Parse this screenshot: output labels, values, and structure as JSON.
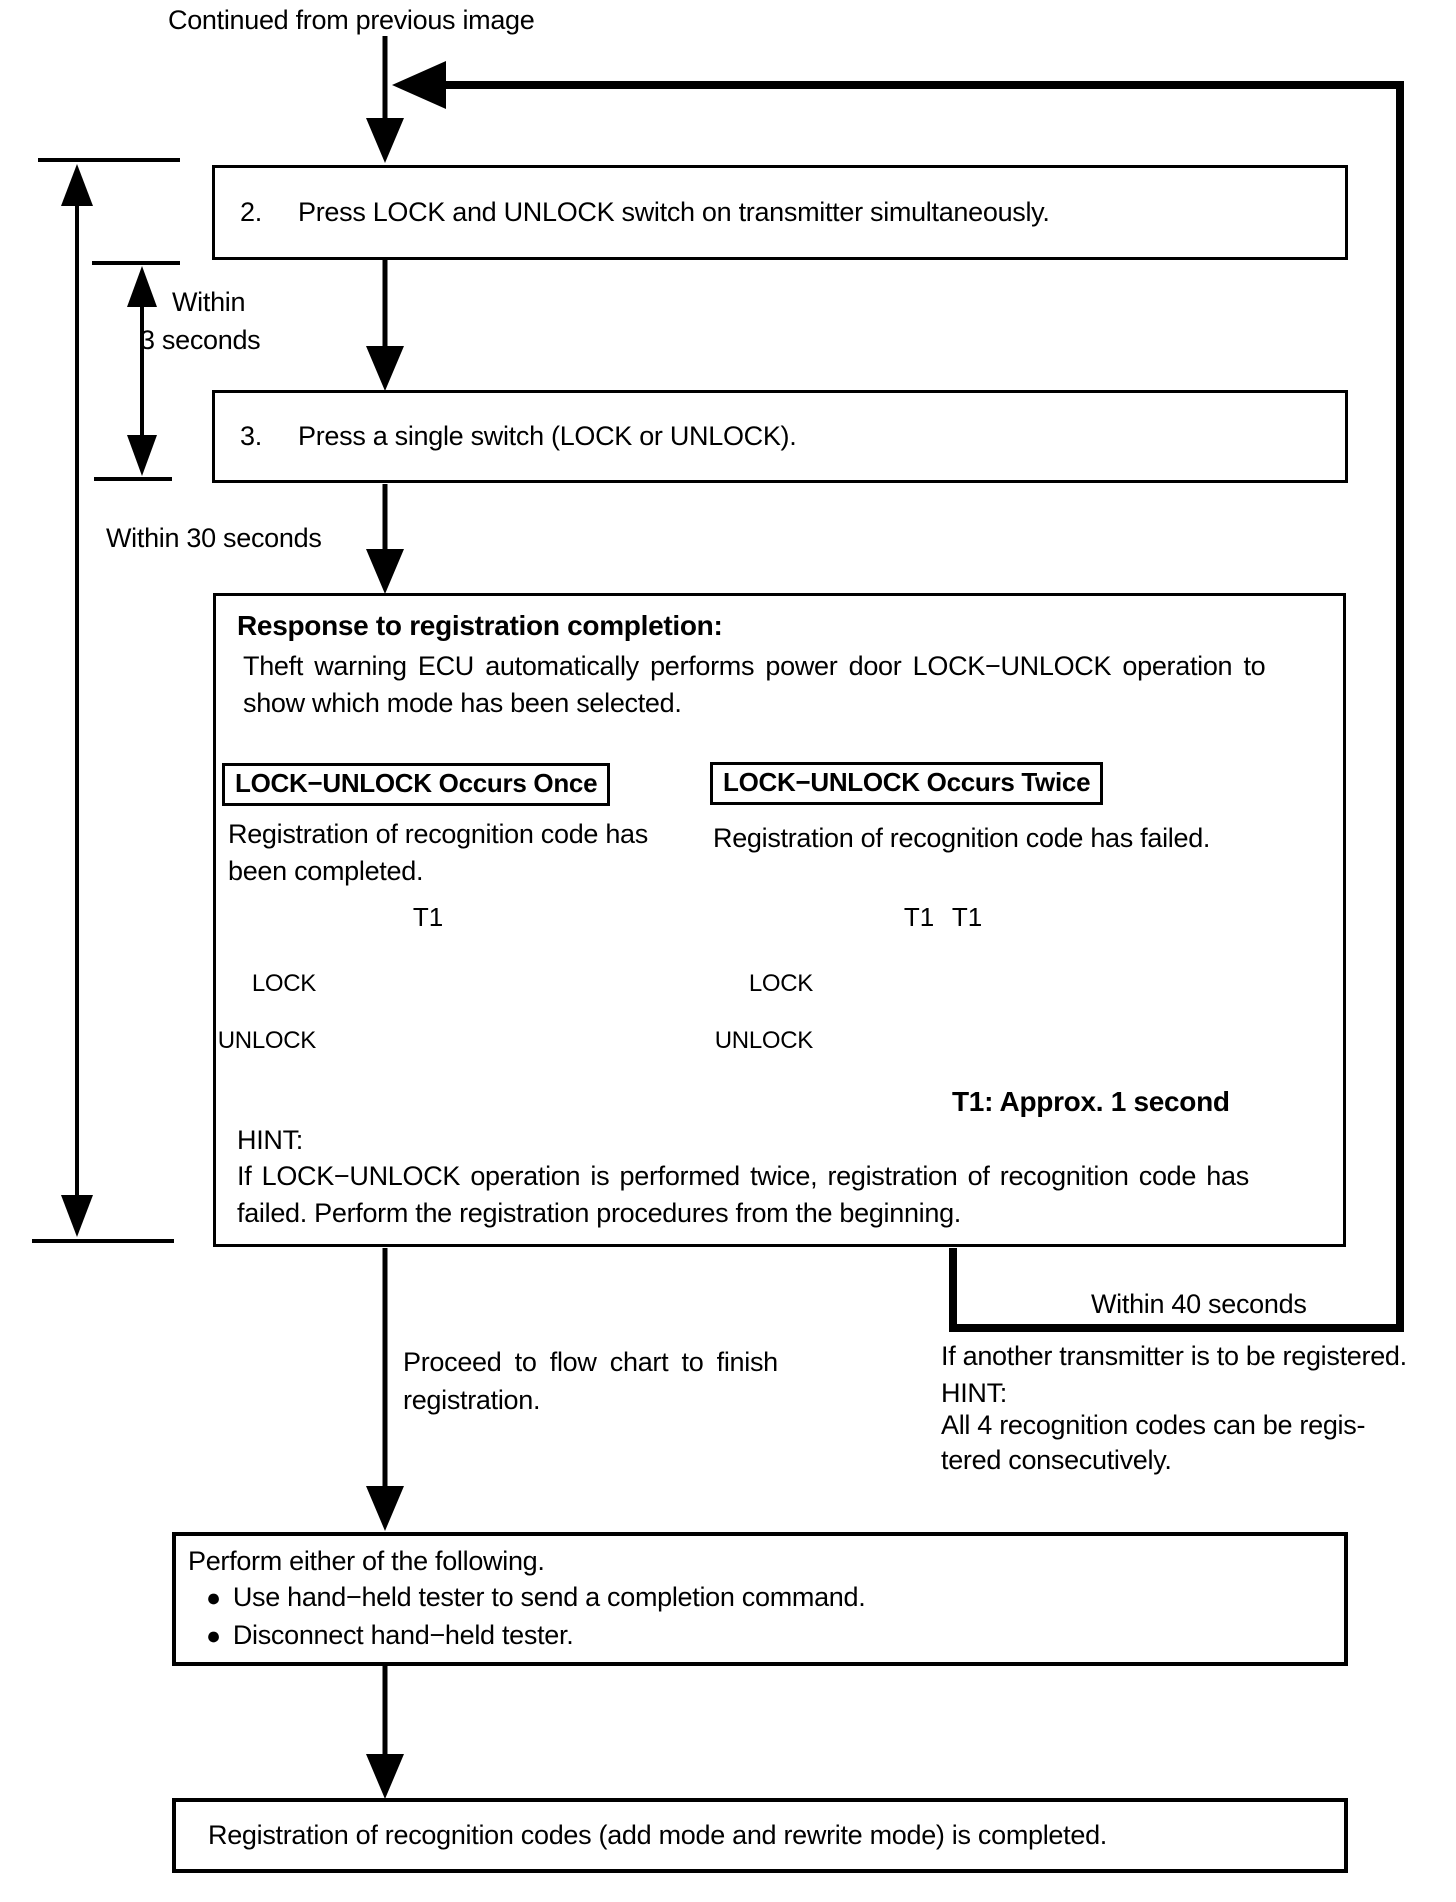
{
  "colors": {
    "ink": "#000000",
    "background": "#ffffff"
  },
  "header": {
    "continued_label": "Continued from previous image"
  },
  "annotations": {
    "within_3_seconds_line1": "Within",
    "within_3_seconds_line2": "3 seconds",
    "within_30_seconds": "Within 30 seconds",
    "within_40_seconds": "Within 40 seconds",
    "proceed_line1": "Proceed to flow chart to finish",
    "proceed_line2": "registration.",
    "another_transmitter": {
      "line1": "If another transmitter is to be registered.",
      "hint_label": "HINT:",
      "hint_line1": "All 4 recognition codes can be regis-",
      "hint_line2": "tered consecutively."
    }
  },
  "steps": {
    "step2": {
      "num": "2.",
      "text": "Press LOCK and UNLOCK switch on transmitter simultaneously."
    },
    "step3": {
      "num": "3.",
      "text": "Press a single switch (LOCK or UNLOCK)."
    }
  },
  "response_box": {
    "title": "Response to registration completion:",
    "body_line1": "Theft warning ECU automatically performs power door LOCK−UNLOCK operation to",
    "body_line2": "show which mode has been selected.",
    "once": {
      "title": "LOCK−UNLOCK Occurs Once",
      "desc_line1": "Registration of recognition code has",
      "desc_line2": "been completed."
    },
    "twice": {
      "title": "LOCK−UNLOCK Occurs Twice",
      "desc": "Registration of recognition code has failed."
    },
    "waveform_labels": {
      "lock": "LOCK",
      "unlock": "UNLOCK",
      "t1": "T1"
    },
    "t1_note": "T1: Approx. 1 second",
    "hint_label": "HINT:",
    "hint_line1": "If LOCK−UNLOCK operation is performed twice, registration of recognition code has",
    "hint_line2": "failed. Perform the registration procedures from the beginning."
  },
  "perform_box": {
    "title": "Perform either of the following.",
    "bullet_glyph": "●",
    "bullets": [
      "Use hand−held tester to send a completion command.",
      "Disconnect hand−held tester."
    ]
  },
  "complete_box": {
    "text": "Registration of recognition codes (add mode and rewrite mode) is completed."
  }
}
